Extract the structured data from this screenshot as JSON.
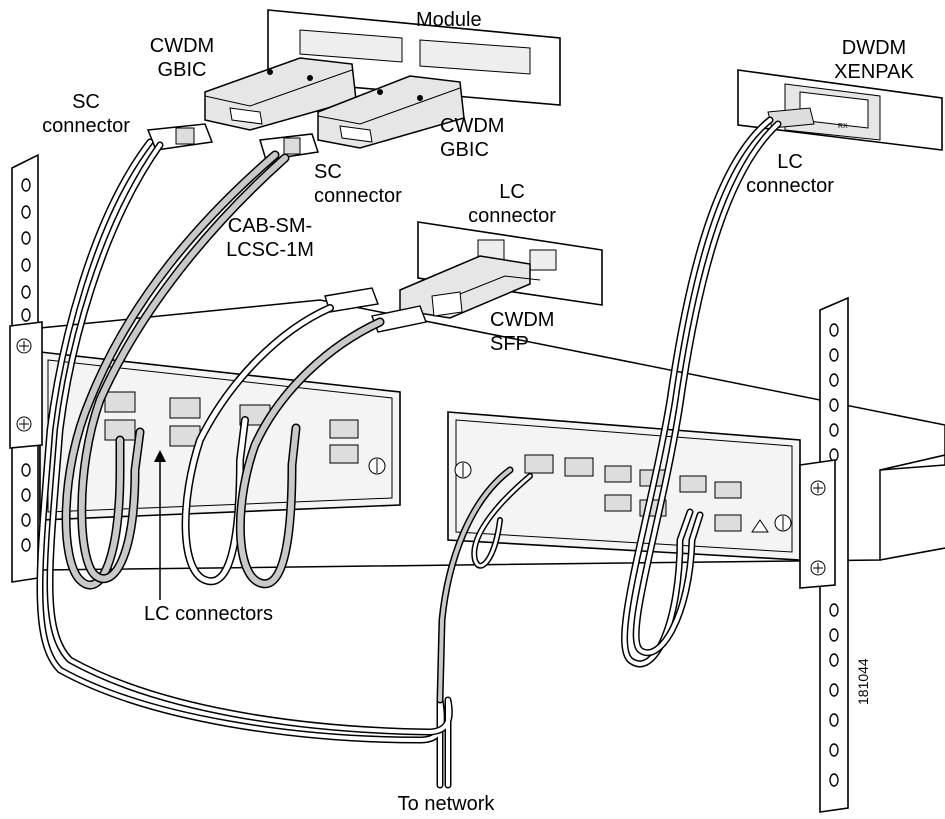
{
  "figure_id": "181044",
  "colors": {
    "outline": "#000000",
    "cable_fill": "#c9c9c9",
    "module_fill": "#e6e6e6",
    "background": "#ffffff"
  },
  "labels": {
    "module": "Module",
    "cwdm_gbic_left": [
      "CWDM",
      "GBIC"
    ],
    "sc_connector_left": [
      "SC",
      "connector"
    ],
    "cwdm_gbic_right": [
      "CWDM",
      "GBIC"
    ],
    "sc_connector_mid": [
      "SC",
      "connector"
    ],
    "cab_sm": [
      "CAB-SM-",
      "LCSC-1M"
    ],
    "lc_connector_mid": [
      "LC",
      "connector"
    ],
    "cwdm_sfp": [
      "CWDM",
      "SFP"
    ],
    "dwdm_xenpak": [
      "DWDM",
      "XENPAK"
    ],
    "lc_connector_right": [
      "LC",
      "connector"
    ],
    "lc_connectors": "LC connectors",
    "to_network": "To network"
  },
  "icons": [
    "rack-rail",
    "optical-module",
    "fiber-cable",
    "connector"
  ]
}
